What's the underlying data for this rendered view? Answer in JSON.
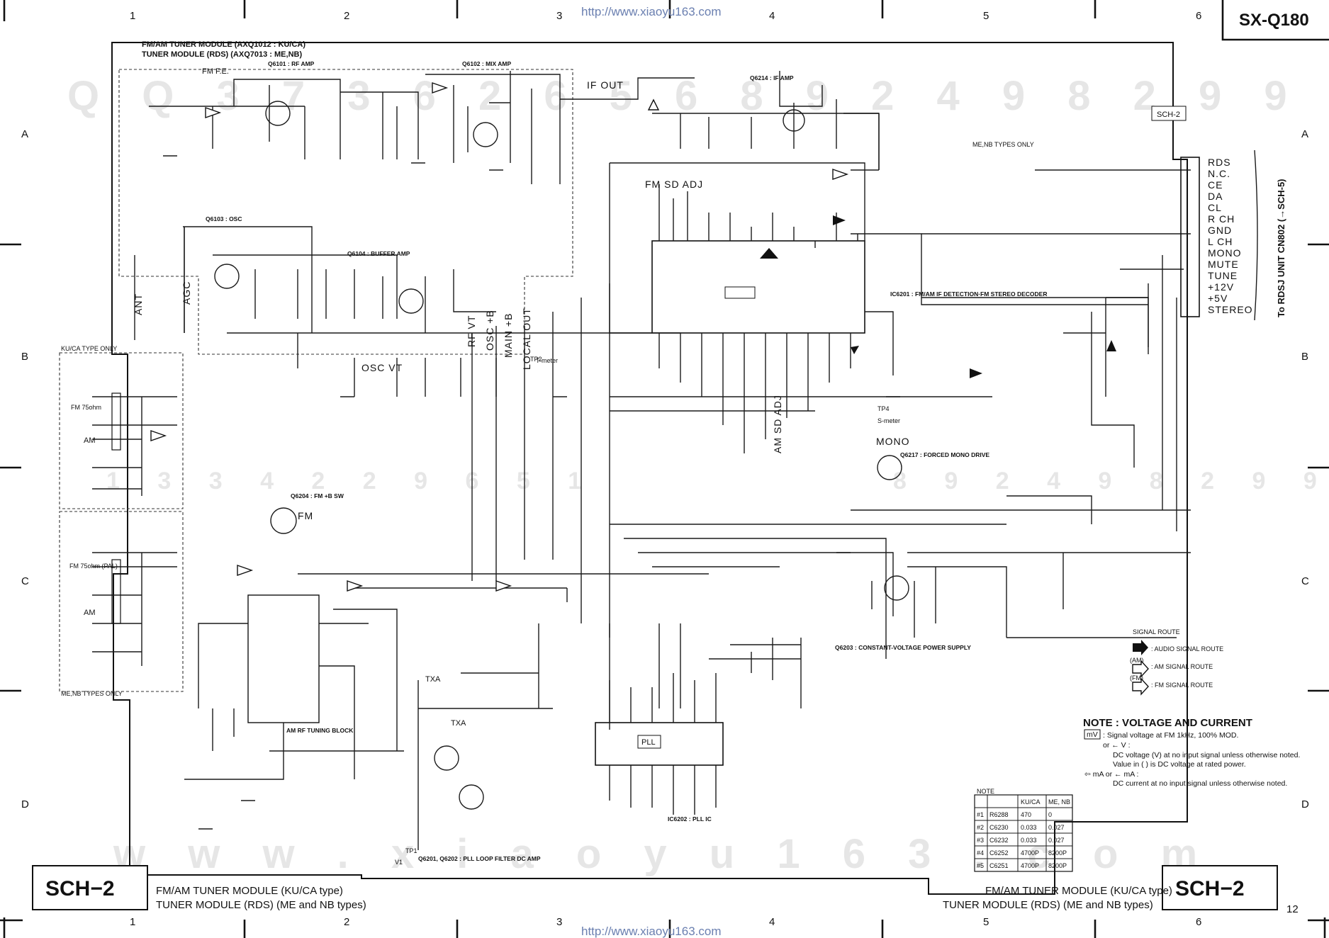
{
  "header": {
    "model": "SX-Q180",
    "url": "http://www.xiaoyu163.com",
    "col_numbers": [
      "1",
      "2",
      "3",
      "4",
      "5",
      "6"
    ],
    "row_letters": [
      "A",
      "B",
      "C",
      "D"
    ],
    "page_number": "12"
  },
  "module": {
    "title_line1": "FM/AM TUNER MODULE (AXQ1012 : KU/CA)",
    "title_line2": "TUNER MODULE (RDS) (AXQ7013 : ME,NB)",
    "fm_fe": "FM F.E.",
    "sch_ref": "SCH-2"
  },
  "blocks": [
    {
      "id": "q6101",
      "label": "Q6101 : RF AMP"
    },
    {
      "id": "q6102",
      "label": "Q6102 : MIX AMP"
    },
    {
      "id": "q6214",
      "label": "Q6214 : IF AMP"
    },
    {
      "id": "q6103",
      "label": "Q6103 : OSC"
    },
    {
      "id": "q6104",
      "label": "Q6104 : BUFFER AMP"
    },
    {
      "id": "ic6201",
      "label": "IC6201 : FM/AM IF DETECTION·FM STEREO DECODER"
    },
    {
      "id": "q6217",
      "label": "Q6217 : FORCED MONO DRIVE"
    },
    {
      "id": "q6204",
      "label": "Q6204 : FM +B SW"
    },
    {
      "id": "q6203",
      "label": "Q6203 : CONSTANT-VOLTAGE POWER SUPPLY"
    },
    {
      "id": "amrf",
      "label": "AM RF TUNING BLOCK"
    },
    {
      "id": "ic6202",
      "label": "IC6202 : PLL IC"
    },
    {
      "id": "q6201",
      "label": "Q6201, Q6202 : PLL LOOP FILTER DC AMP"
    }
  ],
  "bus_labels": [
    "ANT",
    "AGC",
    "RF VT",
    "OSC +B",
    "MAIN +B",
    "LOCAL OUT",
    "OSC VT",
    "IF OUT"
  ],
  "misc_labels": {
    "fm_sd_adj": "FM SD ADJ",
    "am_sd_adj": "AM SD ADJ",
    "mono": "MONO",
    "fm_sig": "FM",
    "ku_ca_only": "KU/CA TYPE ONLY",
    "me_nb_only": "ME,NB TYPES ONLY",
    "me_nb_only_top": "ME,NB TYPES ONLY",
    "fm_75": "FM 75ohm",
    "fm_75_pal": "FM 75ohm (PAL)",
    "am": "AM",
    "txa": "TXA",
    "pll": "PLL",
    "tp1": "TP1",
    "v1": "V1",
    "t_meter": "T-meter",
    "s_meter": "S-meter",
    "tp2": "TP2",
    "tp4": "TP4"
  },
  "connector": {
    "pins": [
      "RDS",
      "N.C.",
      "CE",
      "DA",
      "CL",
      "R CH",
      "GND",
      "L CH",
      "MONO",
      "MUTE",
      "TUNE",
      "+12V",
      "+5V",
      "STEREO"
    ],
    "to_label": "To RDSJ UNIT CN802 (→SCH-5)"
  },
  "signal_route": {
    "title": "SIGNAL ROUTE",
    "items": [
      ": AUDIO SIGNAL ROUTE",
      ": AM SIGNAL ROUTE",
      ": FM SIGNAL ROUTE"
    ],
    "am_tag": "(AM)",
    "fm_tag": "(FM)"
  },
  "note_voltage": {
    "title": "NOTE : VOLTAGE AND CURRENT",
    "mv_tag": "mV",
    "line1": ": Signal voltage at FM 1kHz, 100% MOD.",
    "line2": "or ← V :",
    "line3": "DC voltage (V) at no input signal unless otherwise noted.",
    "line4": "Value in (   ) is DC voltage at rated power.",
    "line5": "⇦ mA  or ← mA :",
    "line6": "DC current at no input signal unless otherwise noted."
  },
  "note_table": {
    "title": "NOTE",
    "headers": [
      "",
      "",
      "KU/CA",
      "ME, NB"
    ],
    "rows": [
      [
        "#1",
        "R6288",
        "470",
        "0"
      ],
      [
        "#2",
        "C6230",
        "0.033",
        "0.027"
      ],
      [
        "#3",
        "C6232",
        "0.033",
        "0.027"
      ],
      [
        "#4",
        "C6252",
        "4700P",
        "8200P"
      ],
      [
        "#5",
        "C6251",
        "4700P",
        "8200P"
      ]
    ]
  },
  "footer": {
    "sch_label": "SCH−2",
    "line1": "FM/AM TUNER MODULE (KU/CA type)",
    "line2": "TUNER MODULE (RDS) (ME and NB types)"
  }
}
